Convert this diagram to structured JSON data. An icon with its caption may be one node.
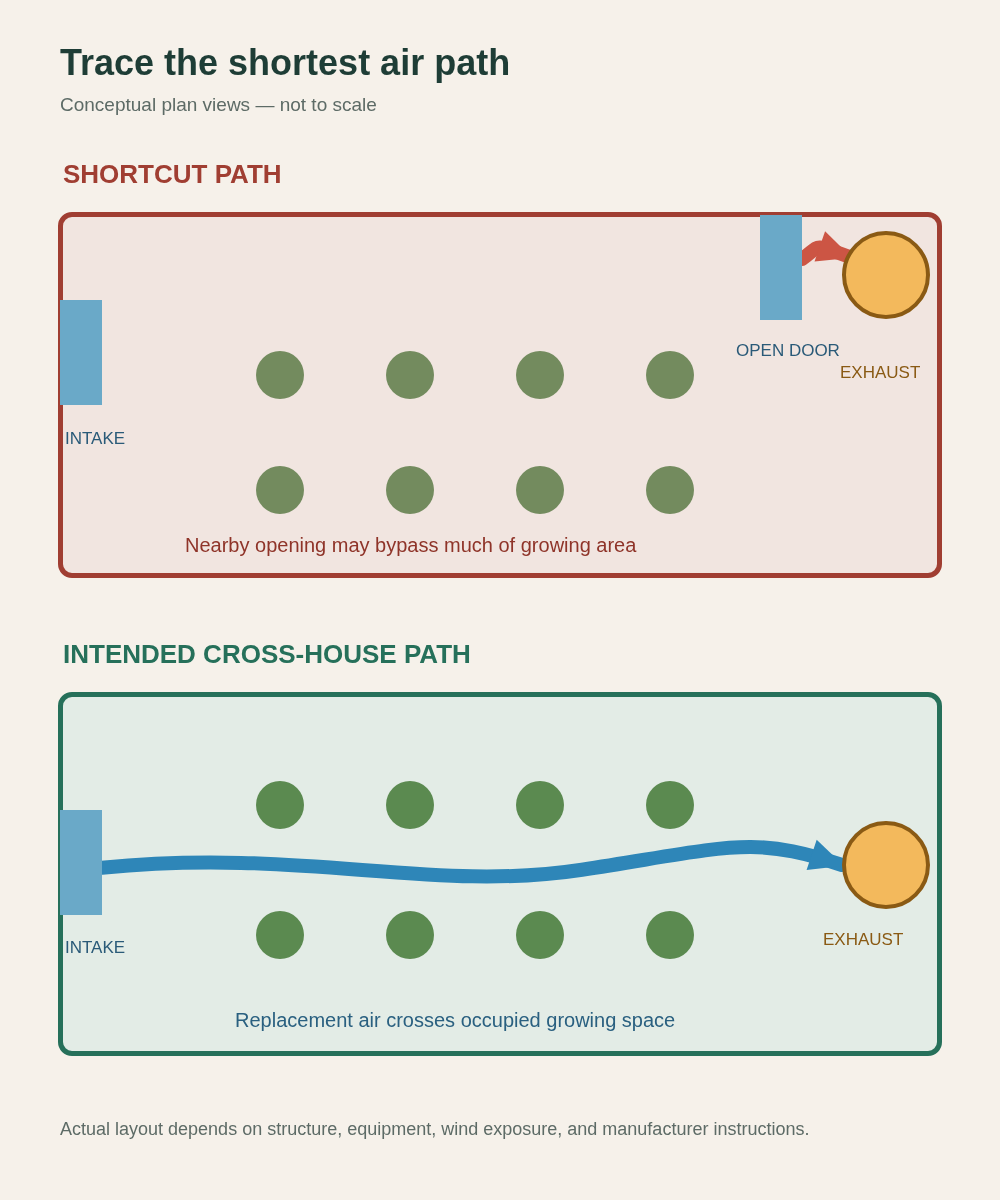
{
  "diagram": {
    "title": "Trace the shortest air path",
    "nodes": [
      {
        "text": [
          "SHORTCUT PATH"
        ]
      },
      {
        "text": [],
        "shape": "bar",
        "in": 0,
        "beside": [
          "INTAKE"
        ]
      },
      {
        "text": [],
        "shape": "bar",
        "in": 0,
        "beside": [
          "OPEN DOOR"
        ]
      },
      {
        "text": [],
        "shape": "circle",
        "in": 0,
        "beside": [
          "EXHAUST"
        ]
      },
      {
        "text": [
          "INTENDED CROSS-HOUSE PATH"
        ]
      },
      {
        "text": [],
        "shape": "bar",
        "in": 4,
        "beside": [
          "INTAKE"
        ]
      },
      {
        "text": [],
        "shape": "circle",
        "in": 4,
        "beside": [
          "EXHAUST"
        ]
      }
    ],
    "edges": [
      {
        "from": 2,
        "to": 3,
        "arrow": "to",
        "color": "#cc5544"
      },
      {
        "from": 5,
        "to": 6,
        "arrow": "to",
        "color": "#2e86b8"
      }
    ],
    "labels": [
      "Conceptual plan views — not to scale",
      "Nearby opening may bypass much of growing area",
      "Replacement air crosses occupied growing space",
      "Actual layout depends on structure, equipment, wind exposure, and manufacturer instructions."
    ]
  }
}
